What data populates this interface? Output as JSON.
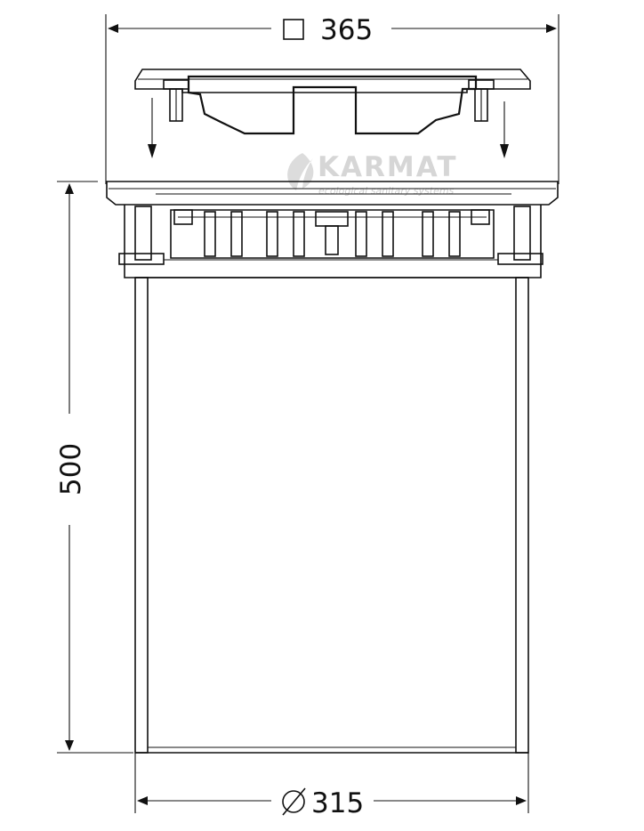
{
  "diagram": {
    "dimensions": {
      "top_width_value": "365",
      "height_value": "500",
      "bottom_diameter_value": "315"
    },
    "watermark": {
      "brand": "KARMAT",
      "tagline": "ecological sanitary systems"
    },
    "colors": {
      "line": "#111111",
      "watermark": "#d6d6d6",
      "background": "#ffffff"
    }
  }
}
